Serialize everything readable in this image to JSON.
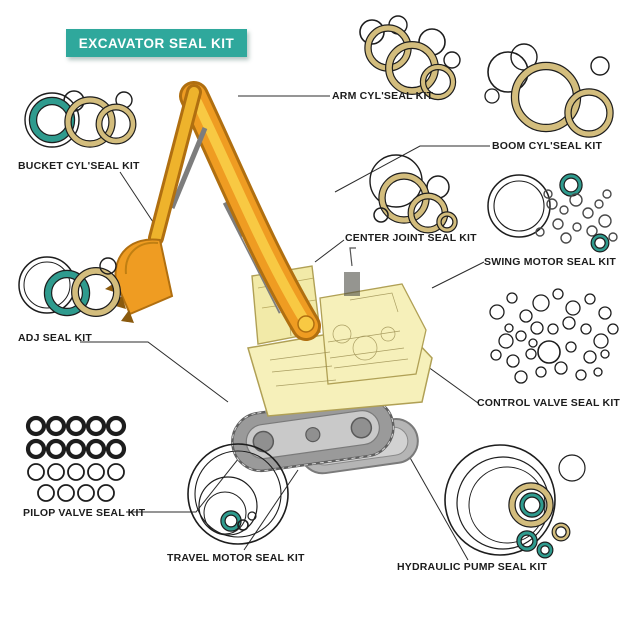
{
  "banner": {
    "label": "EXCAVATOR SEAL KIT"
  },
  "kits": [
    {
      "id": "bucket-cyl",
      "label": "BUCKET CYL'SEAL KIT"
    },
    {
      "id": "arm-cyl",
      "label": "ARM CYL'SEAL KIT"
    },
    {
      "id": "boom-cyl",
      "label": "BOOM CYL'SEAL KIT"
    },
    {
      "id": "center-joint",
      "label": "CENTER JOINT SEAL KIT"
    },
    {
      "id": "swing-motor",
      "label": "SWING MOTOR SEAL KIT"
    },
    {
      "id": "adj",
      "label": "ADJ SEAL KIT"
    },
    {
      "id": "control-valve",
      "label": "CONTROL VALVE SEAL KIT"
    },
    {
      "id": "pilop-valve",
      "label": "PILOP VALVE SEAL KIT"
    },
    {
      "id": "travel-motor",
      "label": "TRAVEL MOTOR SEAL KIT"
    },
    {
      "id": "hydraulic-pump",
      "label": "HYDRAULIC PUMP SEAL KIT"
    }
  ],
  "colors": {
    "banner_bg": "#2fa89c",
    "banner_text": "#ffffff",
    "label_text": "#1c1c1c",
    "ring_black": "#1d1d1d",
    "ring_tan": "#d3bd7d",
    "ring_teal": "#2f9b8e",
    "ring_gray": "#4a4a4a",
    "leader_line": "#2b2b2b",
    "background": "#ffffff",
    "exc_orange": "#ef9c22",
    "exc_orange_dark": "#b06f10",
    "exc_yellow": "#f8c943",
    "exc_body": "#f6f0ba",
    "exc_body_line": "#b0a055",
    "track_gray": "#9a9a9a",
    "track_dark": "#5f5f5f",
    "track_light": "#c9c9c9"
  }
}
